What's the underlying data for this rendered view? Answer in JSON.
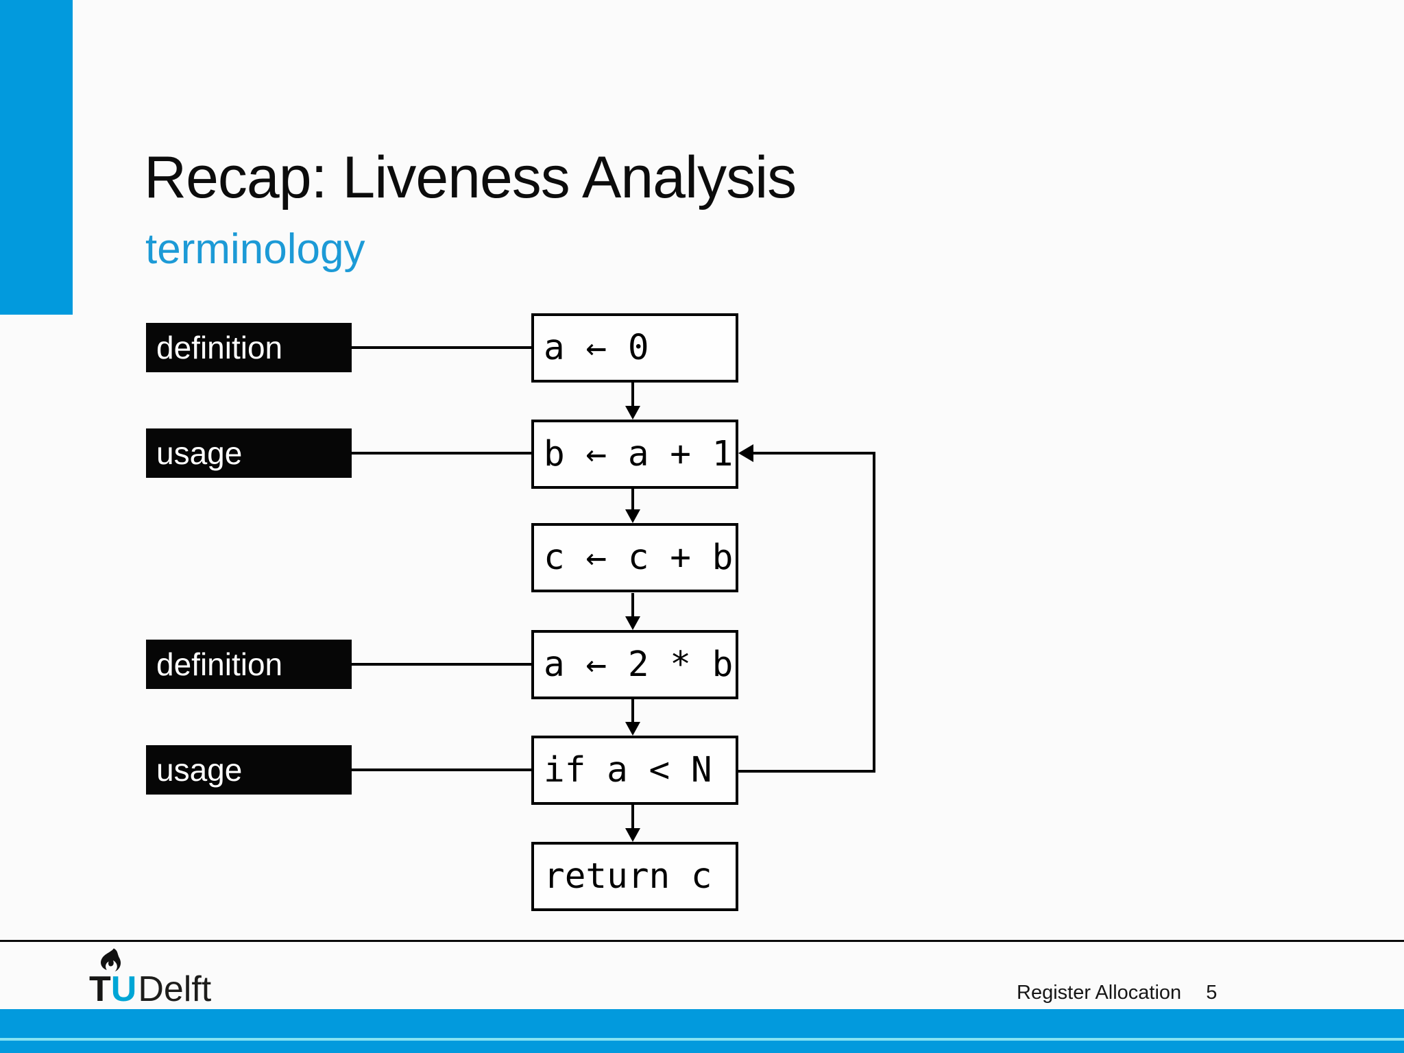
{
  "slide": {
    "title": "Recap: Liveness Analysis",
    "subtitle": "terminology"
  },
  "diagram": {
    "labels": [
      "definition",
      "usage",
      "definition",
      "usage"
    ],
    "nodes": [
      "a ← 0",
      "b ← a + 1",
      "c ← c + b",
      "a ← 2 * b",
      "if a < N",
      "return c"
    ],
    "loop_edge": {
      "from": "if a < N",
      "to": "b ← a + 1"
    }
  },
  "footer": {
    "logo_tu_t": "T",
    "logo_tu_u": "U",
    "logo_delft": "Delft",
    "course": "Register Allocation",
    "page_number": "5"
  },
  "colors": {
    "accent_blue": "#029ADD",
    "subtitle_blue": "#1C9AD6",
    "logo_cyan": "#00A6D6",
    "label_background": "#060606",
    "bottom_light_line": "#86E3F2"
  }
}
